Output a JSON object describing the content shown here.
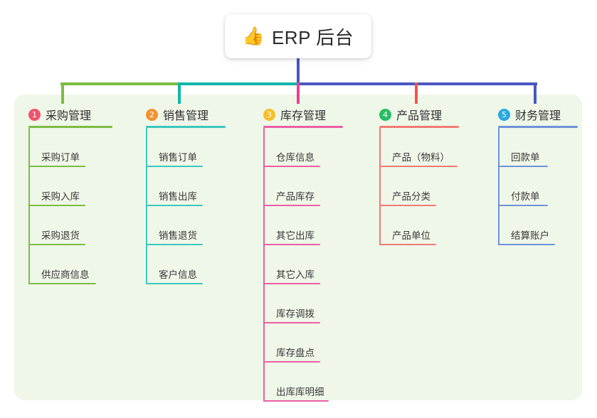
{
  "root": {
    "icon": "thumbs-up-icon",
    "icon_glyph": "👍",
    "title": "ERP 后台",
    "stem_color": "#4a57c0"
  },
  "panel": {
    "background": "#eff7e9"
  },
  "trunk": {
    "segments": [
      {
        "name": "trunk-segment-green",
        "color": "#7cbc42"
      },
      {
        "name": "trunk-segment-teal",
        "color": "#12b6ab"
      },
      {
        "name": "trunk-segment-blue",
        "color": "#4a57c0"
      }
    ]
  },
  "branches": [
    {
      "index": "1",
      "title": "采购管理",
      "badge_color": "#f2536d",
      "line_color": "#7cbc42",
      "drop_color": "#7cbc42",
      "items": [
        {
          "label": "采购订单",
          "underline_width": 80
        },
        {
          "label": "采购入库",
          "underline_width": 80
        },
        {
          "label": "采购退货",
          "underline_width": 80
        },
        {
          "label": "供应商信息",
          "underline_width": 95
        }
      ]
    },
    {
      "index": "2",
      "title": "销售管理",
      "badge_color": "#f39230",
      "line_color": "#3cc7bd",
      "drop_color": "#12b6ab",
      "items": [
        {
          "label": "销售订单",
          "underline_width": 80
        },
        {
          "label": "销售出库",
          "underline_width": 80
        },
        {
          "label": "销售退货",
          "underline_width": 80
        },
        {
          "label": "客户信息",
          "underline_width": 80
        }
      ]
    },
    {
      "index": "3",
      "title": "库存管理",
      "badge_color": "#f5c028",
      "line_color": "#ec5fa5",
      "drop_color": "#ec3f95",
      "items": [
        {
          "label": "仓库信息",
          "underline_width": 80
        },
        {
          "label": "产品库存",
          "underline_width": 80
        },
        {
          "label": "其它出库",
          "underline_width": 80
        },
        {
          "label": "其它入库",
          "underline_width": 80
        },
        {
          "label": "库存调拨",
          "underline_width": 80
        },
        {
          "label": "库存盘点",
          "underline_width": 80
        },
        {
          "label": "出库库明细",
          "underline_width": 92
        }
      ]
    },
    {
      "index": "4",
      "title": "产品管理",
      "badge_color": "#28bd64",
      "line_color": "#f27b74",
      "drop_color": "#f2544e",
      "items": [
        {
          "label": "产品（物料）",
          "underline_width": 110
        },
        {
          "label": "产品分类",
          "underline_width": 80
        },
        {
          "label": "产品单位",
          "underline_width": 80
        }
      ]
    },
    {
      "index": "5",
      "title": "财务管理",
      "badge_color": "#2aa8e0",
      "line_color": "#6f92d8",
      "drop_color": "#4a57c0",
      "items": [
        {
          "label": "回款单",
          "underline_width": 70
        },
        {
          "label": "付款单",
          "underline_width": 70
        },
        {
          "label": "结算账户",
          "underline_width": 80
        }
      ]
    }
  ]
}
